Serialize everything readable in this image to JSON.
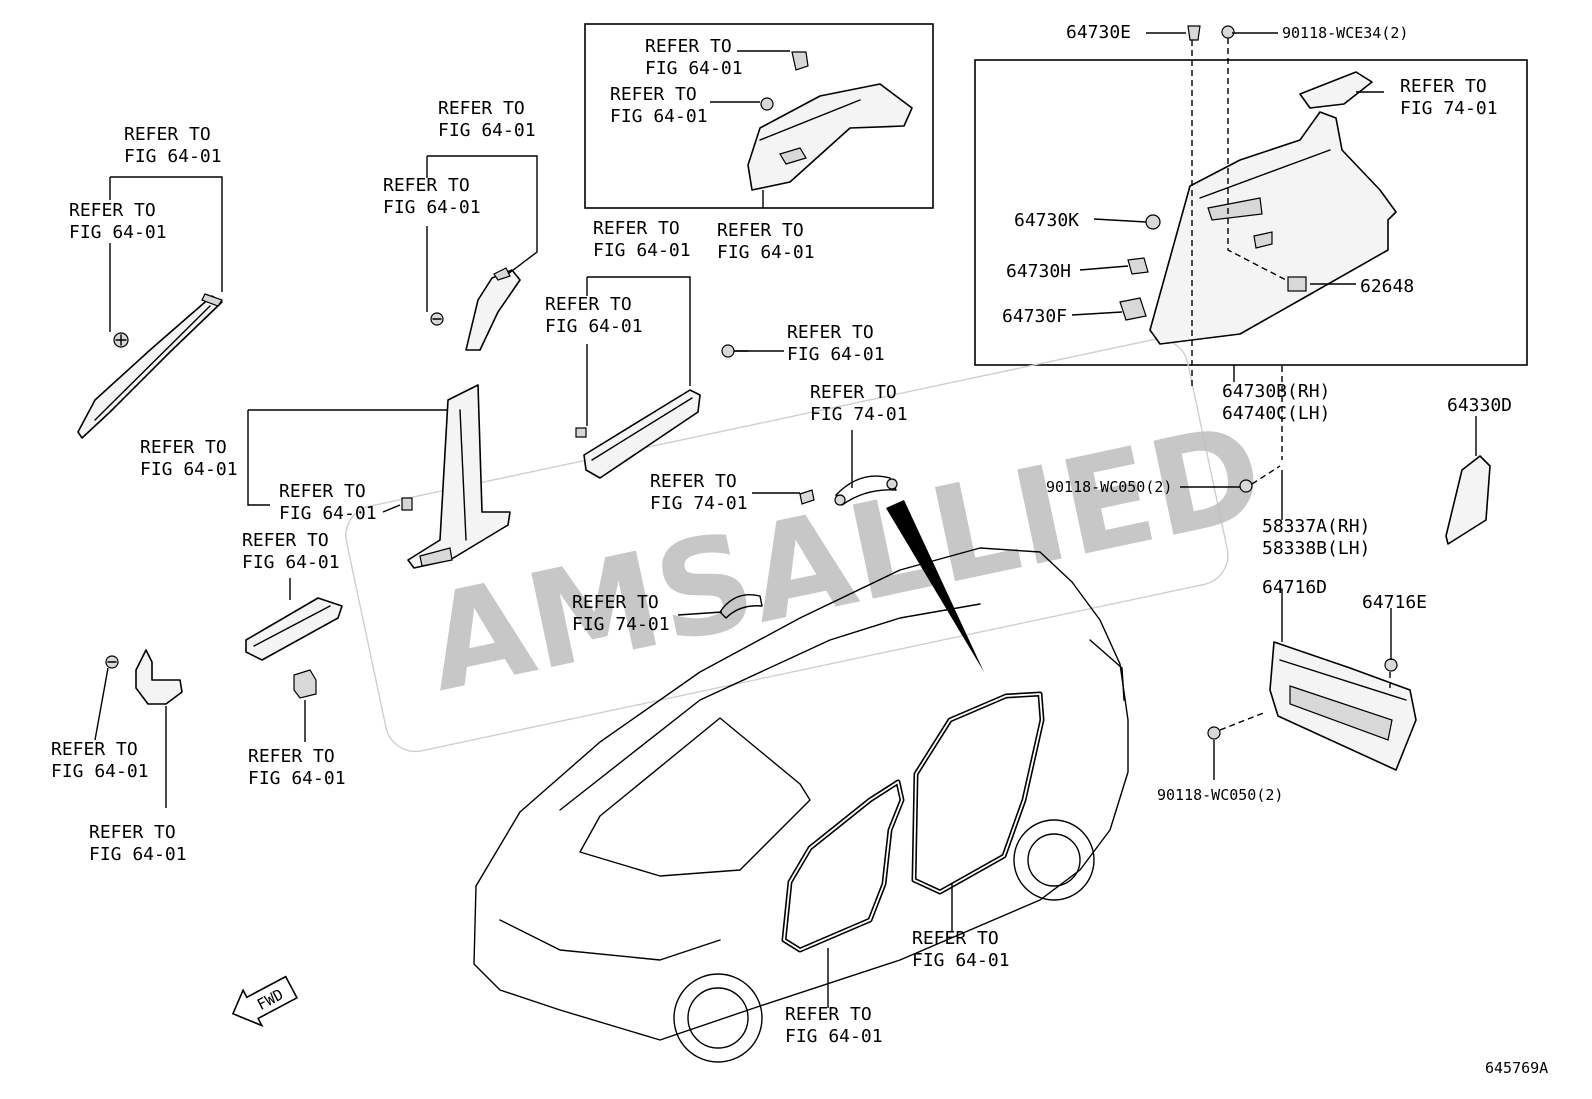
{
  "refer": {
    "l1": "REFER TO",
    "fig64": "FIG 64-01",
    "fig74": "FIG 74-01"
  },
  "parts": {
    "p64730E": "64730E",
    "p90118WCE34": "90118-WCE34(2)",
    "p64730K": "64730K",
    "p64730H": "64730H",
    "p64730F": "64730F",
    "p62648": "62648",
    "p64730B": "64730B(RH)",
    "p64740C": "64740C(LH)",
    "p64330D": "64330D",
    "p90118WC050a": "90118-WC050(2)",
    "p58337A": "58337A(RH)",
    "p58338B": "58338B(LH)",
    "p64716D": "64716D",
    "p64716E": "64716E",
    "p90118WC050b": "90118-WC050(2)"
  },
  "fwd_label": "FWD",
  "watermark": "AMSALLIED",
  "figure_id": "645769A"
}
